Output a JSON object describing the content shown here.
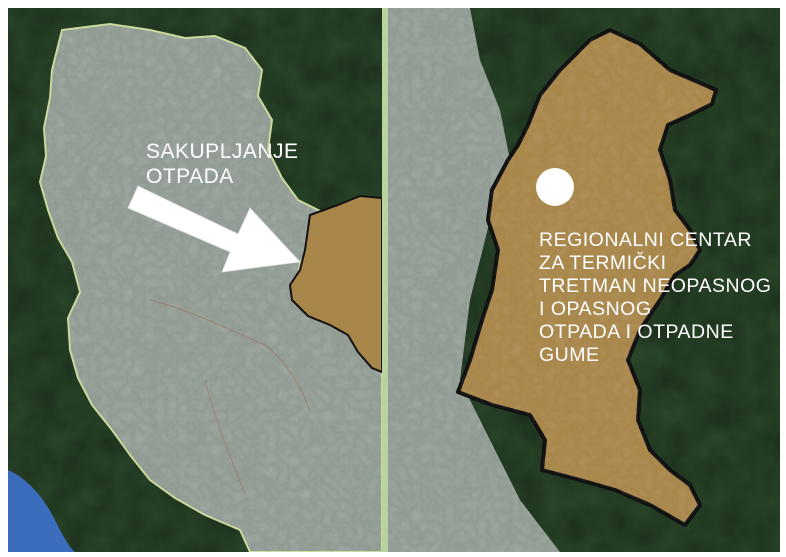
{
  "colors": {
    "frame": "#ffffff",
    "forest": "#2c4a2c",
    "forest_dark": "#1e3520",
    "country_fill": "#8f9a92",
    "country_border": "#c9d79a",
    "region_fill": "#a8864a",
    "region_border": "#111111",
    "sea": "#3c6dbd",
    "divider": "#b9d39c",
    "label_text": "#ffffff"
  },
  "icons": {
    "arrow": "arrow-icon",
    "center_marker": "white-dot-marker"
  },
  "left_panel": {
    "label_lines": [
      "SAKUPLJANJE",
      "OTPADA"
    ]
  },
  "right_panel": {
    "label_lines": [
      "REGIONALNI CENTAR",
      "ZA TERMIČKI",
      "TRETMAN NEOPASNOG",
      "I OPASNOG",
      "OTPADA I OTPADNE",
      "GUME"
    ]
  }
}
